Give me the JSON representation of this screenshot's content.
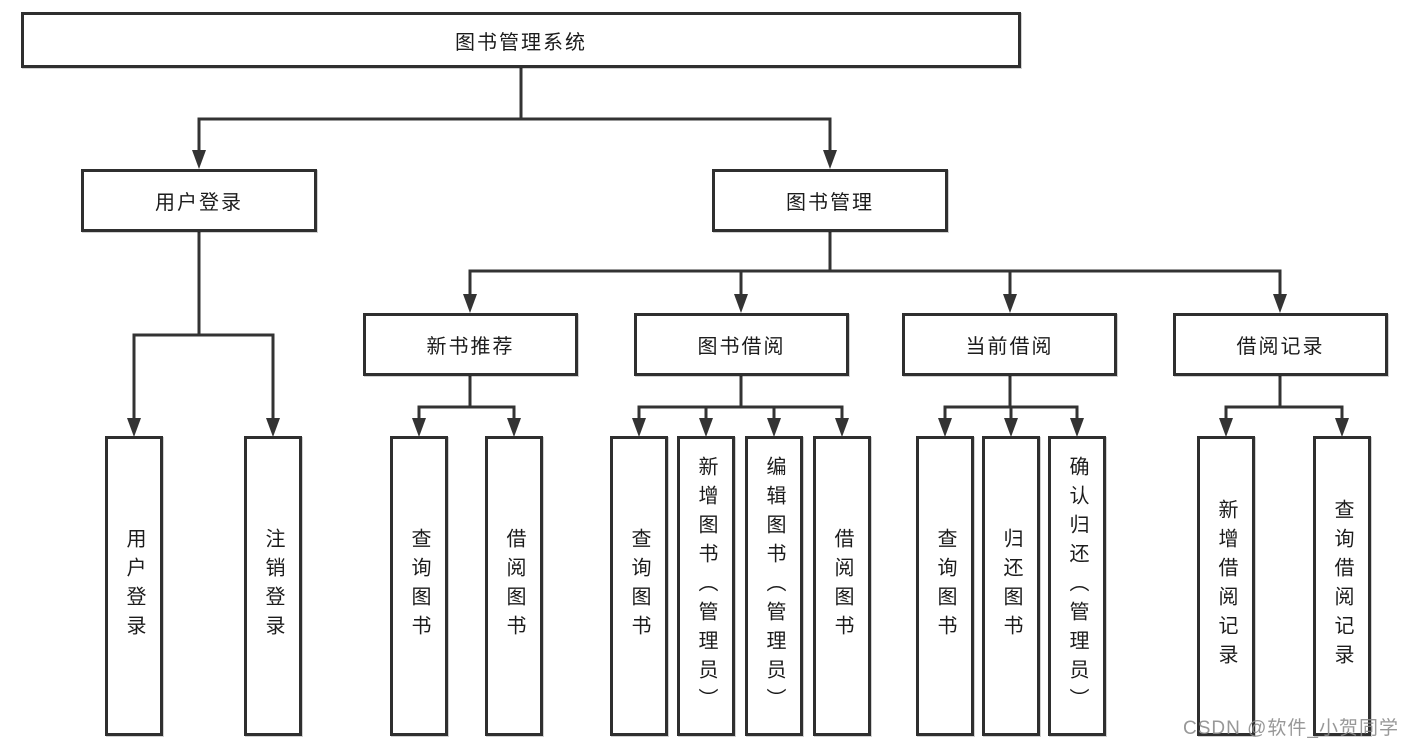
{
  "nodes": {
    "root": "图书管理系统",
    "user_login": "用户登录",
    "book_mgmt": "图书管理",
    "new_book_rec": "新书推荐",
    "book_borrow": "图书借阅",
    "current_borrow": "当前借阅",
    "borrow_records": "借阅记录",
    "ul_user_login": "用户登录",
    "ul_logout": "注销登录",
    "nb_query_book": "查询图书",
    "nb_borrow_book": "借阅图书",
    "bb_query_book": "查询图书",
    "bb_add_book_admin": "新增图书（管理员）",
    "bb_edit_book_admin": "编辑图书（管理员）",
    "bb_borrow_book": "借阅图书",
    "cb_query_book": "查询图书",
    "cb_return_book": "归还图书",
    "cb_confirm_return_admin": "确认归还（管理员）",
    "br_add_record": "新增借阅记录",
    "br_query_record": "查询借阅记录"
  },
  "watermark": {
    "text": "CSDN @软件_小贺同学",
    "color": "#8a8a8a"
  },
  "colors": {
    "line": "#333333",
    "box_border": "#2f2f2f",
    "text": "#1c1c1c",
    "background": "#ffffff"
  }
}
